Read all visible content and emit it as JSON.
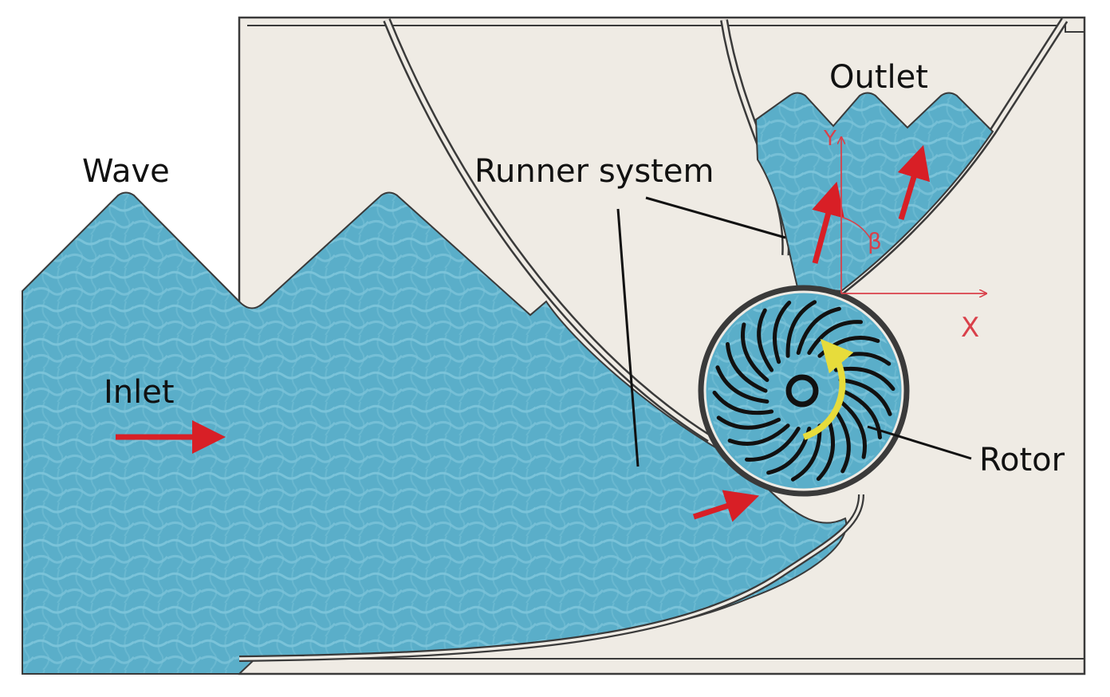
{
  "labels": {
    "wave": "Wave",
    "runner_system": "Runner system",
    "outlet": "Outlet",
    "inlet": "Inlet",
    "rotor": "Rotor",
    "axis_x": "X",
    "axis_y": "Y",
    "angle": "β"
  },
  "colors": {
    "water": "#5aaec9",
    "water_light": "#8fd0e4",
    "wall_fill": "#efebe4",
    "wall_stroke": "#3a3a3a",
    "flow_arrow": "#d81f26",
    "axis": "#d9404a",
    "rotation_arrow": "#e7dc3b",
    "blade": "#111111"
  },
  "rotor": {
    "blade_count": 22
  }
}
